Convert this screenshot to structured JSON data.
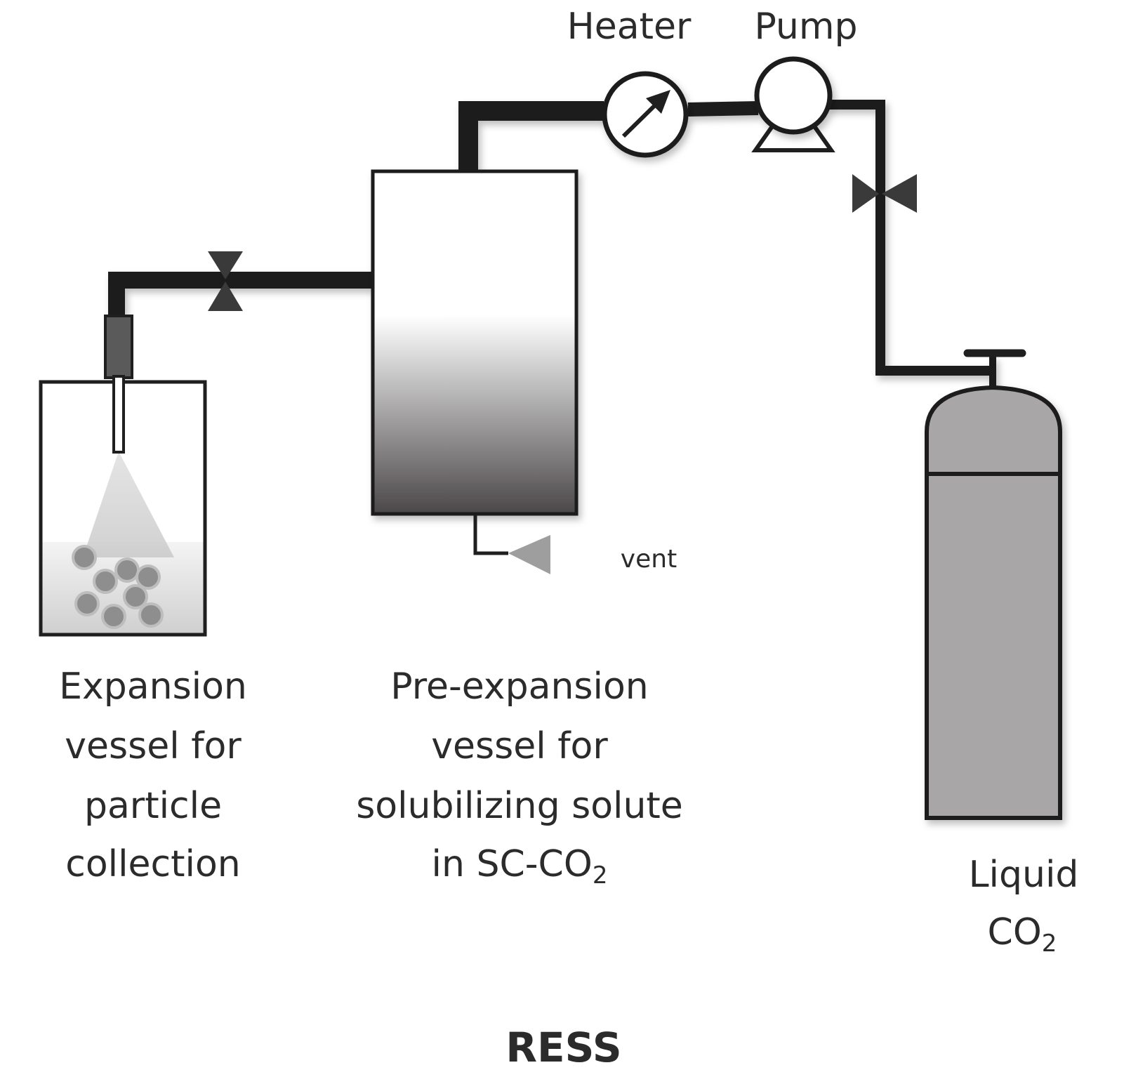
{
  "diagram": {
    "labels": {
      "heater": "Heater",
      "pump": "Pump",
      "vent": "vent",
      "expansion_vessel": [
        "Expansion",
        "vessel for",
        "particle",
        "collection"
      ],
      "pre_expansion_vessel": [
        "Pre-expansion",
        "vessel for",
        "solubilizing solute"
      ],
      "pre_expansion_last_line_main": "in SC-CO",
      "pre_expansion_last_line_sub": "2",
      "cylinder_line1": "Liquid",
      "cylinder_line2_main": "CO",
      "cylinder_line2_sub": "2",
      "title": "RESS"
    },
    "colors": {
      "pipe": "#1f1f1f",
      "cylinder_fill": "#a9a6a7",
      "valve": "#3a3a3a",
      "particles": "#8e8e8e",
      "vessel_gradient_dark": "#4a4748"
    }
  }
}
